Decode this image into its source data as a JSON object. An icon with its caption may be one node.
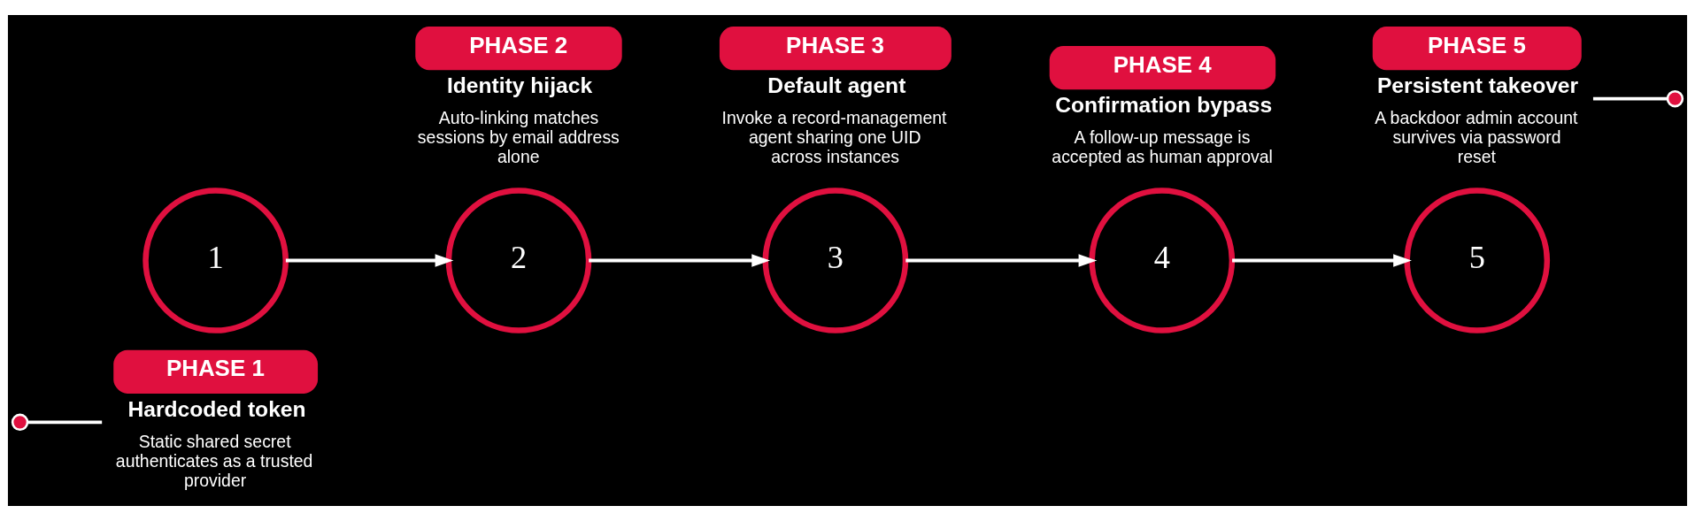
{
  "diagram": {
    "nodes": [
      {
        "text": [],
        "shape": "circle"
      },
      {
        "text": [
          "1"
        ]
      },
      {
        "text": [
          "PHASE 1"
        ],
        "beside": [
          "Hardcoded token",
          "Static shared secret authenticates as a trusted provider"
        ]
      },
      {
        "text": [
          "2"
        ]
      },
      {
        "text": [
          "PHASE 2"
        ],
        "beside": [
          "Identity hijack",
          "Auto-linking matches sessions by email address alone"
        ]
      },
      {
        "text": [
          "3"
        ]
      },
      {
        "text": [
          "PHASE 3"
        ],
        "beside": [
          "Default agent",
          "Invoke a record-management agent sharing one UID across instances"
        ]
      },
      {
        "text": [
          "4"
        ]
      },
      {
        "text": [
          "PHASE 4"
        ],
        "beside": [
          "Confirmation bypass",
          "A follow-up message is accepted as human approval"
        ]
      },
      {
        "text": [
          "5"
        ]
      },
      {
        "text": [
          "PHASE 5"
        ],
        "beside": [
          "Persistent takeover",
          "A backdoor admin account survives via password reset"
        ]
      },
      {
        "text": [],
        "shape": "circle"
      }
    ],
    "edges": [
      {
        "from": 0,
        "to": 2,
        "arrow": "none"
      },
      {
        "from": 1,
        "to": 3,
        "arrow": "to"
      },
      {
        "from": 3,
        "to": 5,
        "arrow": "to"
      },
      {
        "from": 5,
        "to": 7,
        "arrow": "to"
      },
      {
        "from": 7,
        "to": 9,
        "arrow": "to"
      },
      {
        "from": 10,
        "to": 11,
        "arrow": "none"
      }
    ]
  }
}
